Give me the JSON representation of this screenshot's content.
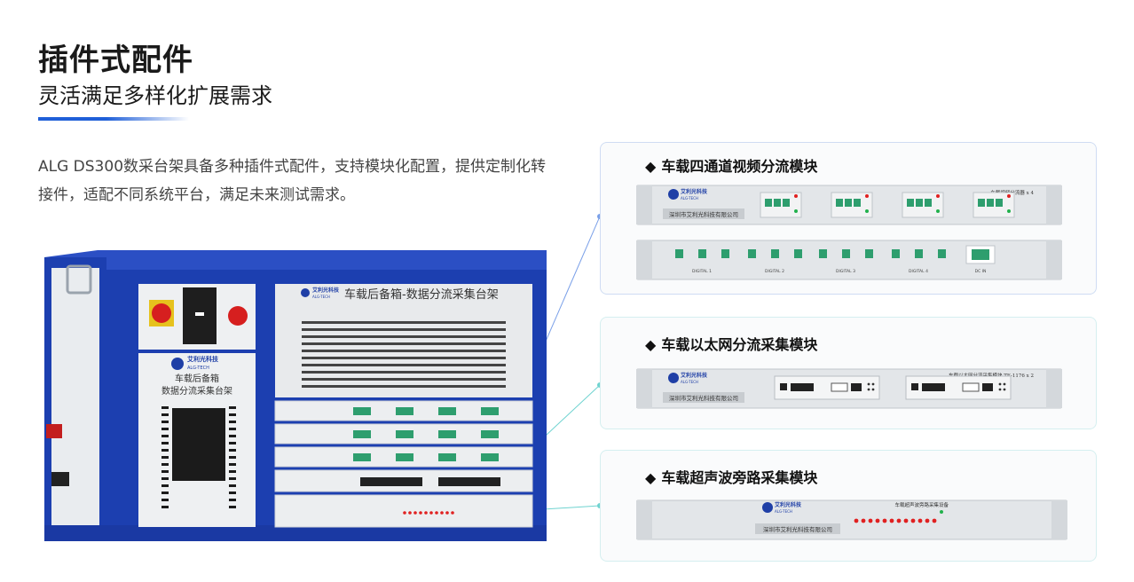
{
  "header": {
    "title": "插件式配件",
    "subtitle": "灵活满足多样化扩展需求"
  },
  "description": "ALG DS300数采台架具备多种插件式配件，支持模块化配置，提供定制化转接件，适配不同系统平台，满足未来测试需求。",
  "rack": {
    "brand_cn": "艾利光科技",
    "brand_en": "ALG-TECH",
    "front_title": "车载后备箱-数据分流采集台架",
    "left_label_line1": "车载后备箱",
    "left_label_line2": "数据分流采集台架"
  },
  "modules": [
    {
      "title": "车载四通道视频分流模块",
      "panel_brand_cn": "艾利光科技",
      "panel_brand_en": "ALG-TECH",
      "panel_company": "深圳市艾利光科技有限公司",
      "panel_model": "车载视频分流器 x 4",
      "rear_ports": [
        "DIGITAL 1",
        "DIGITAL 2",
        "DIGITAL 3",
        "DIGITAL 4",
        "DC IN"
      ]
    },
    {
      "title": "车载以太网分流采集模块",
      "panel_brand_cn": "艾利光科技",
      "panel_brand_en": "ALG-TECH",
      "panel_company": "深圳市艾利光科技有限公司",
      "panel_model": "车载以太网分流采集模块 TE-1176 x 2"
    },
    {
      "title": "车载超声波旁路采集模块",
      "panel_brand_cn": "艾利光科技",
      "panel_brand_en": "ALG-TECH",
      "panel_company": "深圳市艾利光科技有限公司",
      "panel_model": "车载超声波旁路采集设备"
    }
  ],
  "colors": {
    "accent": "#1f5fd8",
    "rack_blue": "#1c3fb0",
    "card1_border": "#cfdcf3",
    "card_border": "#d5eff0",
    "led_red": "#e02020",
    "led_green": "#22b14c",
    "port_green": "#2e9e6e"
  }
}
